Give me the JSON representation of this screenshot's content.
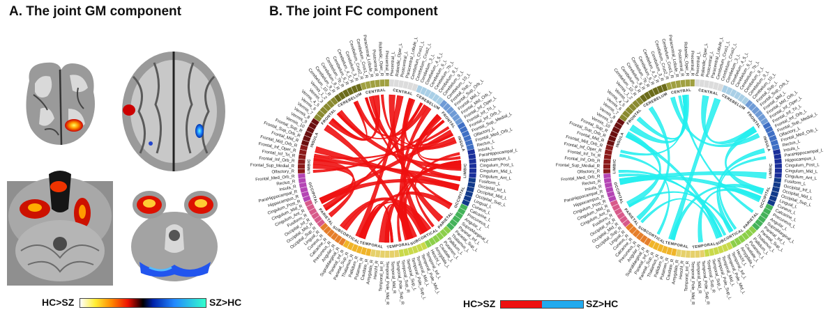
{
  "panels": {
    "a_title": "A. The joint GM component",
    "b_title": "B. The joint FC component"
  },
  "gm_colorbar": {
    "left_label": "HC>SZ",
    "right_label": "SZ>HC",
    "gradient": [
      "#ffffff",
      "#ffee33",
      "#ff8800",
      "#ee1100",
      "#550000",
      "#000000",
      "#0022aa",
      "#2288ff",
      "#33ffcc"
    ]
  },
  "fc_colorbar": {
    "left_label": "HC>SZ",
    "right_label": "SZ>HC",
    "left_color": "#ee1111",
    "right_color": "#22aaee"
  },
  "chord_colors": {
    "hc_gt_sz": "#ee1111",
    "sz_gt_hc": "#22eeee"
  },
  "lobes": [
    "CENTRAL",
    "CEREBELUM",
    "FRONTAL",
    "INSULA",
    "LIMBIC",
    "OCCIPITAL",
    "PARIETAL",
    "SUBCORTICAL",
    "TEMPORAL",
    "TEMPORAL",
    "SUBCORTICAL",
    "PARIETAL",
    "OCCIPITAL",
    "LIMBIC",
    "INSULA",
    "FRONTAL",
    "CEREBELUM",
    "CENTRAL"
  ],
  "regions": [
    "Precentral_L",
    "Rolandic_Oper_L",
    "Postcentral_L",
    "Paracentral_Lobule_L",
    "Cerebelum_Crus1_L",
    "Cerebelum_Crus2_L",
    "Cerebelum_3_L",
    "Cerebelum_4_5_L",
    "Cerebelum_6_L",
    "Cerebelum_7b_L",
    "Cerebelum_8_L",
    "Cerebelum_9_L",
    "Cerebelum_10_L",
    "Frontal_Sup_L",
    "Frontal_Sup_Orb_L",
    "Frontal_Mid_L",
    "Frontal_Mid_Orb_L",
    "Frontal_Inf_Oper_L",
    "Frontal_Inf_Tri_L",
    "Frontal_Inf_Orb_L",
    "Frontal_Sup_Medial_L",
    "Olfactory_L",
    "Frontal_Med_Orb_L",
    "Rectus_L",
    "Insula_L",
    "ParaHippocampal_L",
    "Hippocampus_L",
    "Cingulum_Post_L",
    "Cingulum_Mid_L",
    "Cingulum_Ant_L",
    "Fusiform_L",
    "Occipital_Inf_L",
    "Occipital_Mid_L",
    "Occipital_Sup_L",
    "Lingual_L",
    "Cuneus_L",
    "Calcarine_L",
    "Precuneus_L",
    "Angular_L",
    "SupraMarginal_L",
    "Parietal_Inf_L",
    "Parietal_Sup_L",
    "Thalamus_L",
    "Pallidum_L",
    "Putamen_L",
    "Caudate_L",
    "Amygdala_L",
    "Heschl_L",
    "Temporal_Inf_L",
    "Temporal_Pole_Mid_L",
    "Temporal_Mid_L",
    "Temporal_Pole_Sup_L",
    "Temporal_Sup_L",
    "Temporal_Sup_R",
    "Temporal_Pole_Sup_R",
    "Temporal_Mid_R",
    "Temporal_Pole_Mid_R",
    "Temporal_Inf_R",
    "Heschl_R",
    "Amygdala_R",
    "Caudate_R",
    "Putamen_R",
    "Pallidum_R",
    "Thalamus_R",
    "Parietal_Sup_R",
    "Parietal_Inf_R",
    "SupraMarginal_R",
    "Angular_R",
    "Precuneus_R",
    "Calcarine_R",
    "Cuneus_R",
    "Lingual_R",
    "Occipital_Sup_R",
    "Occipital_Mid_R",
    "Occipital_Inf_R",
    "Fusiform_R",
    "Cingulum_Ant_R",
    "Cingulum_Mid_R",
    "Cingulum_Post_R",
    "Hippocampus_R",
    "ParaHippocampal_R",
    "Insula_R",
    "Rectus_R",
    "Frontal_Med_Orb_R",
    "Olfactory_R",
    "Frontal_Sup_Medial_R",
    "Frontal_Inf_Orb_R",
    "Frontal_Inf_Tri_R",
    "Frontal_Inf_Oper_R",
    "Frontal_Mid_Orb_R",
    "Frontal_Mid_R",
    "Frontal_Sup_Orb_R",
    "Frontal_Sup_R",
    "Vermis_10",
    "Vermis_9",
    "Vermis_8",
    "Vermis_7",
    "Vermis_6",
    "Vermis_4_5",
    "Vermis_3",
    "Vermis_1_2",
    "Cerebelum_10_R",
    "Cerebelum_9_R",
    "Cerebelum_8_R",
    "Cerebelum_7b_R",
    "Cerebelum_6_R",
    "Cerebelum_4_5_R",
    "Cerebelum_3_R",
    "Cerebelum_Crus2_R",
    "Cerebelum_Crus1_R",
    "Paracentral_Lobule_R",
    "Postcentral_R",
    "Rolandic_Oper_R",
    "Precentral_R"
  ]
}
